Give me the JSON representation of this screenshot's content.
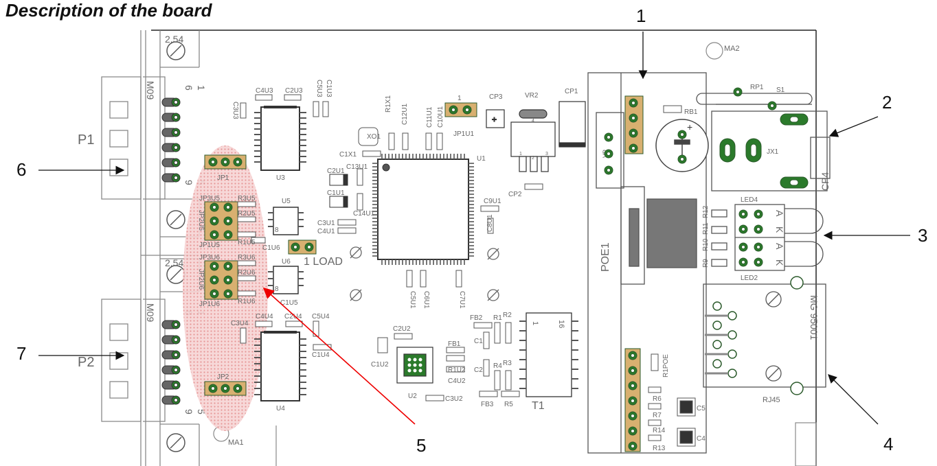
{
  "title": "Description of the board",
  "callouts": [
    "1",
    "2",
    "3",
    "4",
    "5",
    "6",
    "7"
  ],
  "connectors": {
    "p1": "P1",
    "p2": "P2",
    "m09": "M09",
    "pitch": "2,54",
    "pin1": "1",
    "pin6": "6",
    "pin9": "9",
    "pin5": "5"
  },
  "labels": {
    "ma1": "MA1",
    "ma2": "MA2",
    "u1": "U1",
    "u2": "U2",
    "u3": "U3",
    "u4": "U4",
    "u5": "U5",
    "u6": "U6",
    "t1": "T1",
    "poe1": "POE1",
    "rj45": "RJ45",
    "mg": "MG 95001",
    "jx1": "JX1",
    "cp1": "CP1",
    "cp2": "CP2",
    "cp3": "CP3",
    "cp4": "CP4",
    "vr2": "VR2",
    "rp1": "RP1",
    "s1": "S1",
    "rb1": "RB1",
    "led4": "LED4",
    "led2": "LED2",
    "load": "1 LOAD",
    "jp1u1": "JP1U1",
    "jp1": "JP1",
    "jp2": "JP2",
    "xo1": "XO1",
    "c1x1": "C1X1",
    "r1x1": "R1X1",
    "c12u1": "C12U1",
    "c11u1": "C11U1",
    "c10u1": "C10U1",
    "c13u1": "C13U1",
    "c2u1": "C2U1",
    "c1u1": "C1U1",
    "c14u1": "C14U1",
    "c3u1": "C3U1",
    "c4u1": "C4U1",
    "c9u1": "C9U1",
    "c8u1": "C8U1",
    "c5u1": "C5U1",
    "c6u1": "C6U1",
    "c7u1": "C7U1",
    "c4u3": "C4U3",
    "c2u3": "C2U3",
    "c5u3": "C5U3",
    "c1u3": "C1U3",
    "c3u3": "C3U3",
    "jp3u5": "JP3U5",
    "jp2u5": "JP2U5",
    "jp1u5": "JP1U5",
    "r3u5": "R3U5",
    "r2u5": "R2U5",
    "r1u5": "R1U5",
    "c1u6": "C1U6",
    "jp3u6": "JP3U6",
    "jp2u6": "JP2U6",
    "jp1u6": "JP1U6",
    "r3u6": "R3U6",
    "r2u6": "R2U6",
    "r1u6": "R1U6",
    "c1u5": "C1U5",
    "c3u4": "C3U4",
    "c4u4": "C4U4",
    "c2u4": "C2U4",
    "c5u4": "C5U4",
    "c1u4": "C1U4",
    "c2u2": "C2U2",
    "c1u2": "C1U2",
    "fb1": "FB1",
    "fb2": "FB2",
    "fb3": "FB3",
    "r1u2": "R1U2",
    "c4u2": "C4U2",
    "c3u2": "C3U2",
    "r1": "R1",
    "r2": "R2",
    "r3": "R3",
    "r4": "R4",
    "r5": "R5",
    "r6": "R6",
    "r7": "R7",
    "r13": "R13",
    "r14": "R14",
    "c1": "C1",
    "c2": "C2",
    "c4": "C4",
    "c5": "C5",
    "r1poe": "R1POE",
    "r9": "R9",
    "r10": "R10",
    "r11": "R11",
    "r12": "R12",
    "a": "A",
    "k": "K",
    "n16": "16",
    "n1": "1",
    "n8": "8",
    "vr4": "4",
    "vr1": "1",
    "vr2p": "2",
    "vr3": "3",
    "vp": "VP"
  }
}
